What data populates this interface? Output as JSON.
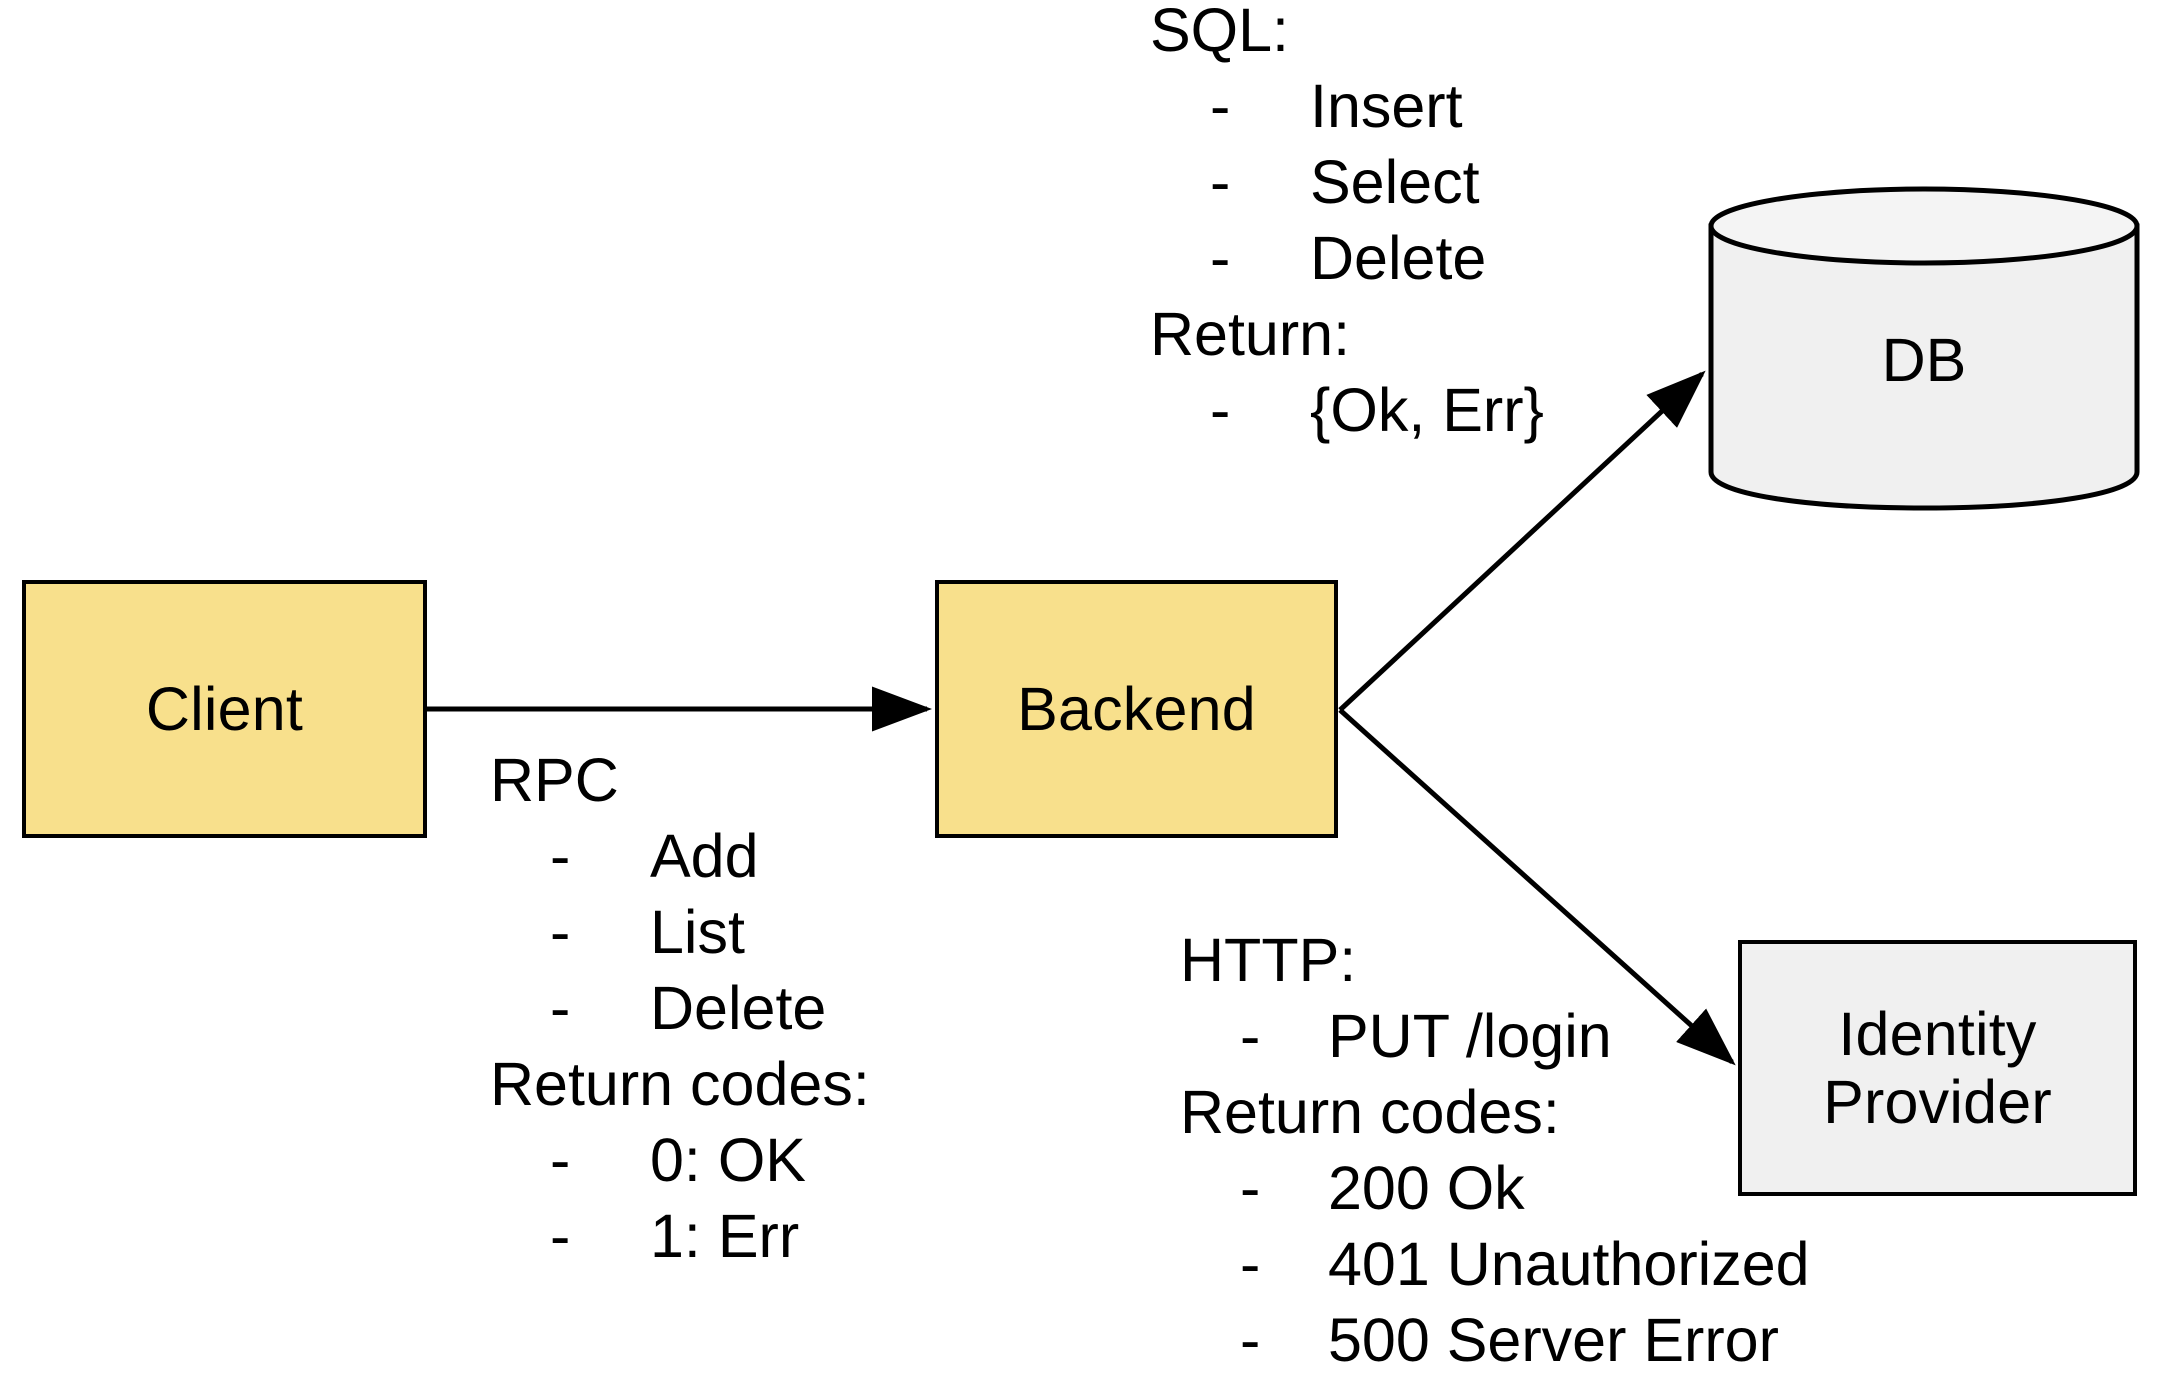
{
  "diagram": {
    "title": "Client / Backend / DB / Identity Provider architecture",
    "colors": {
      "service_fill": "#F8E08C",
      "store_fill": "#F0F0F0",
      "stroke": "#000000",
      "background": "#FFFFFF"
    }
  },
  "nodes": {
    "client": {
      "label": "Client",
      "shape": "rectangle",
      "fill": "#F8E08C"
    },
    "backend": {
      "label": "Backend",
      "shape": "rectangle",
      "fill": "#F8E08C"
    },
    "db": {
      "label": "DB",
      "shape": "cylinder",
      "fill": "#F0F0F0"
    },
    "identity_provider": {
      "label": "Identity\nProvider",
      "line1": "Identity",
      "line2": "Provider",
      "shape": "rectangle",
      "fill": "#F0F0F0"
    }
  },
  "edges": [
    {
      "from": "client",
      "to": "backend",
      "style": "solid-arrow",
      "annotation": "rpc"
    },
    {
      "from": "backend",
      "to": "db",
      "style": "solid-arrow",
      "annotation": "sql"
    },
    {
      "from": "backend",
      "to": "identity_provider",
      "style": "solid-arrow",
      "annotation": "http"
    }
  ],
  "annotations": {
    "rpc": {
      "header": "RPC",
      "items": [
        "Add",
        "List",
        "Delete"
      ],
      "subheader": "Return codes:",
      "subitems": [
        "0: OK",
        "1: Err"
      ],
      "bullet": "-"
    },
    "sql": {
      "header": "SQL:",
      "items": [
        "Insert",
        "Select",
        "Delete"
      ],
      "subheader": "Return:",
      "subitems": [
        "{Ok, Err}"
      ],
      "bullet": "-"
    },
    "http": {
      "header": "HTTP:",
      "items": [
        "PUT /login"
      ],
      "subheader": "Return codes:",
      "subitems": [
        "200 Ok",
        "401 Unauthorized",
        "500 Server Error"
      ],
      "bullet": "-"
    }
  }
}
